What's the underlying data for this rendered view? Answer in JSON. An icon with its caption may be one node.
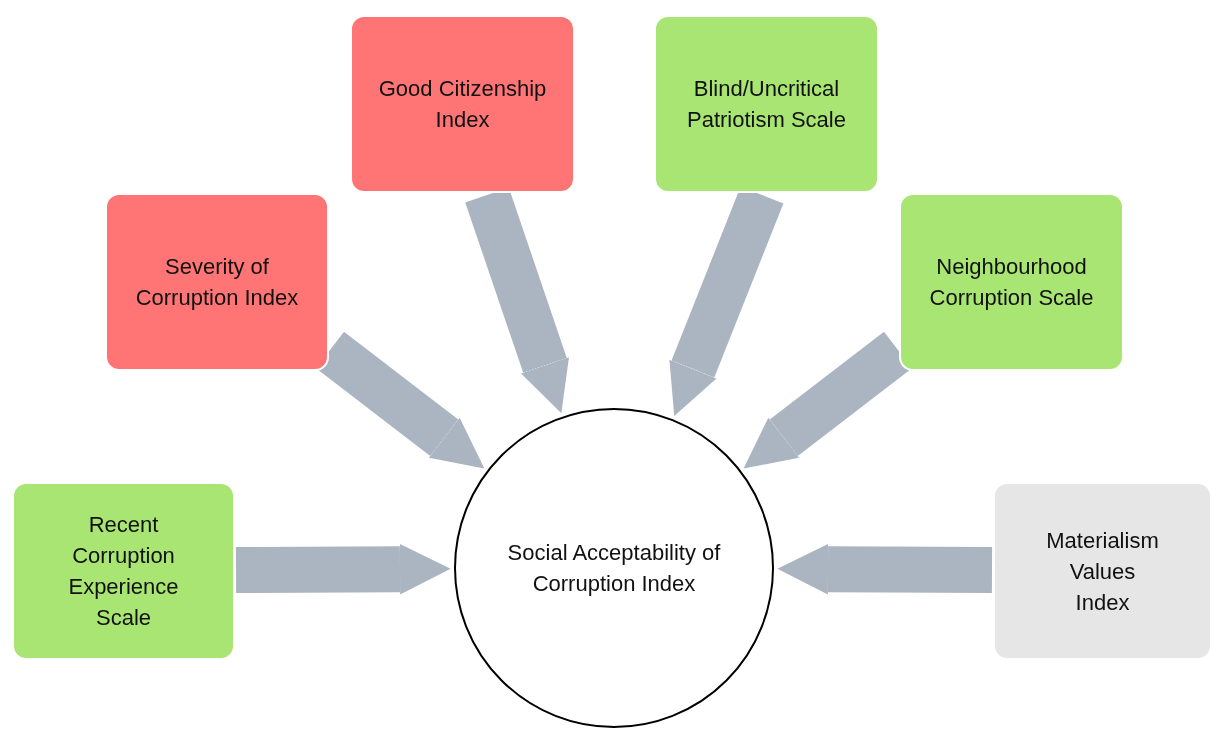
{
  "diagram": {
    "nodes": [
      {
        "text": [
          "Recent Corruption Experience Scale"
        ]
      },
      {
        "text": [
          "Severity of Corruption Index"
        ]
      },
      {
        "text": [
          "Good Citizenship Index"
        ]
      },
      {
        "text": [
          "Blind/Uncritical Patriotism Scale"
        ]
      },
      {
        "text": [
          "Neighbourhood Corruption Scale"
        ]
      },
      {
        "text": [
          "Materialism Values Index"
        ]
      },
      {
        "text": [
          "Social Acceptability of Corruption Index"
        ]
      }
    ],
    "edges": [
      {
        "from": 0,
        "to": 6,
        "arrow": "to"
      },
      {
        "from": 1,
        "to": 6,
        "arrow": "to"
      },
      {
        "from": 2,
        "to": 6,
        "arrow": "to"
      },
      {
        "from": 3,
        "to": 6,
        "arrow": "to"
      },
      {
        "from": 4,
        "to": 6,
        "arrow": "to"
      },
      {
        "from": 5,
        "to": 6,
        "arrow": "to"
      }
    ]
  }
}
